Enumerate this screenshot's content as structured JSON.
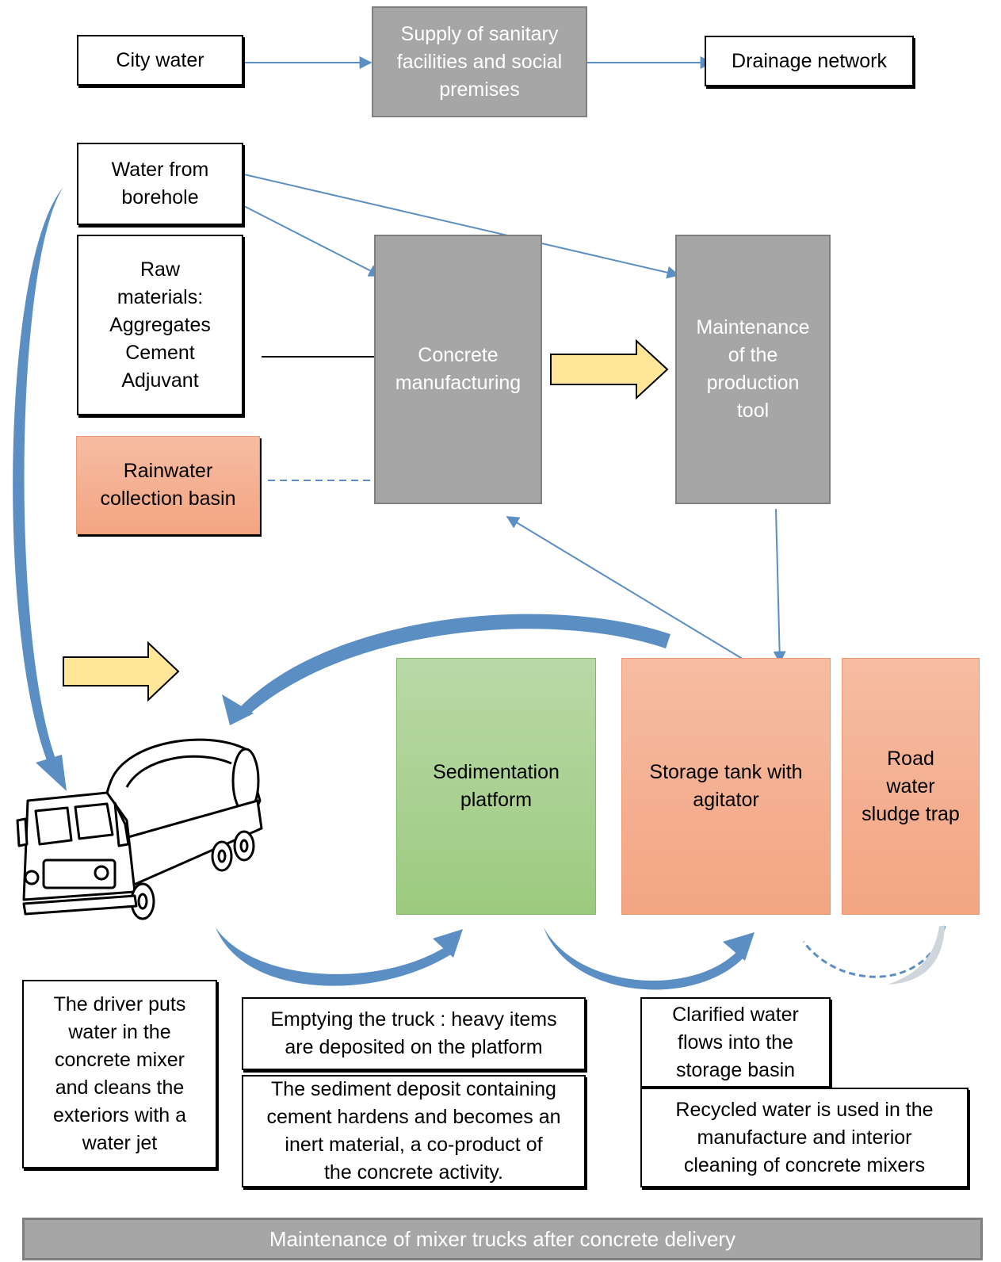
{
  "boxes": {
    "city_water": "City water",
    "supply_sanitary": "Supply of sanitary\nfacilities and social\npremises",
    "drainage_network": "Drainage network",
    "water_borehole": "Water from\nborehole",
    "raw_materials": "Raw\nmaterials:\nAggregates\nCement\nAdjuvant",
    "rainwater_basin": "Rainwater\ncollection basin",
    "concrete_manufacturing": "Concrete\nmanufacturing",
    "maintenance_tool": "Maintenance\nof the\nproduction\ntool",
    "sedimentation_platform": "Sedimentation\nplatform",
    "storage_tank": "Storage tank with\nagitator",
    "road_water_trap": "Road\nwater\nsludge trap"
  },
  "notes": {
    "driver": "The driver puts\nwater in the\nconcrete mixer\nand cleans the\nexteriors with a\nwater jet",
    "emptying": "Emptying the truck : heavy items\nare deposited on the platform",
    "sediment": "The sediment deposit containing\ncement hardens and becomes an\ninert material, a co-product of\nthe concrete activity.",
    "clarified": "Clarified water\nflows into the\nstorage basin",
    "recycled": "Recycled water is used in the\nmanufacture and interior\ncleaning of concrete mixers"
  },
  "footer": "Maintenance of mixer trucks after concrete delivery",
  "colors": {
    "process_grey": "#a6a6a6",
    "basin_orange": "#f5b092",
    "platform_green": "#a9d18e",
    "arrow_blue": "#5b8ec2",
    "flow_arrow_yellow": "#ffe699"
  },
  "icons": [
    "concrete-mixer-truck-icon"
  ]
}
